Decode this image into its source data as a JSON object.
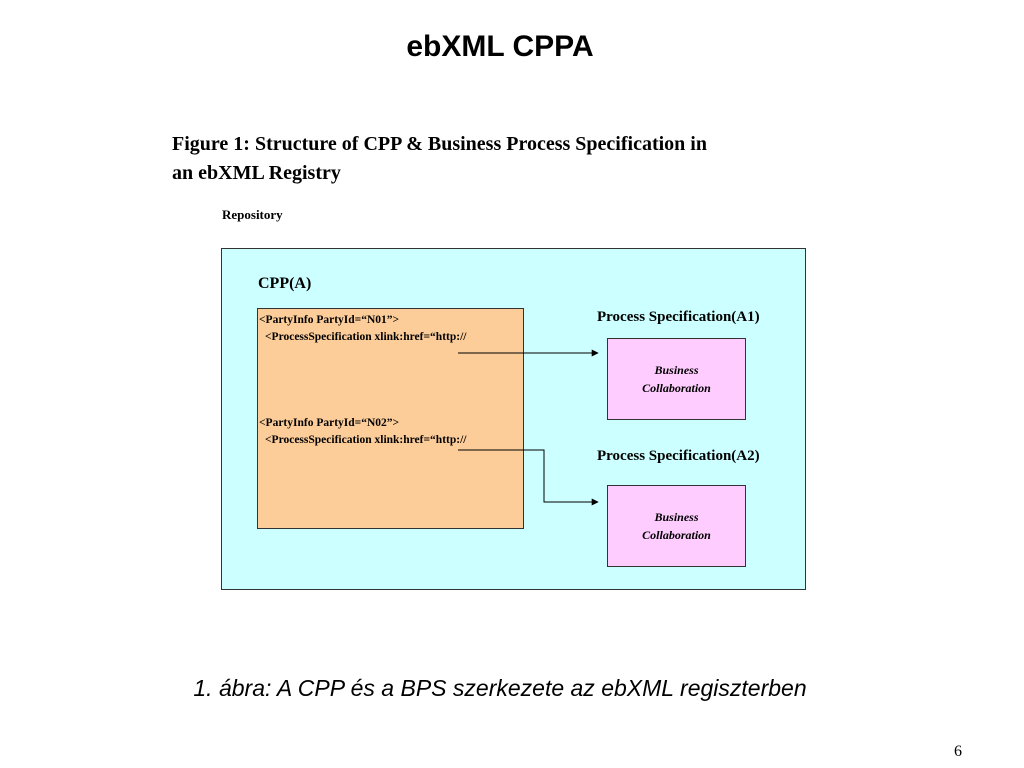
{
  "slide": {
    "title": "ebXML CPPA",
    "page_number": "6",
    "bottom_caption": "1. ábra: A CPP és a BPS szerkezete az ebXML regiszterben"
  },
  "figure": {
    "caption_line1": "Figure 1: Structure of CPP & Business Process Specification in",
    "caption_line2": "an ebXML Registry",
    "repository_label": "Repository",
    "cpp": {
      "label": "CPP(A)",
      "party1": "<PartyInfo PartyId=“N01”>",
      "ps1": "<ProcessSpecification xlink:href=“http://",
      "party2": "<PartyInfo PartyId=“N02”>",
      "ps2": "<ProcessSpecification xlink:href=“http://"
    },
    "process_specs": [
      {
        "label": "Process Specification(A1)",
        "line1": "Business",
        "line2": "Collaboration"
      },
      {
        "label": "Process Specification(A2)",
        "line1": "Business",
        "line2": "Collaboration"
      }
    ]
  }
}
